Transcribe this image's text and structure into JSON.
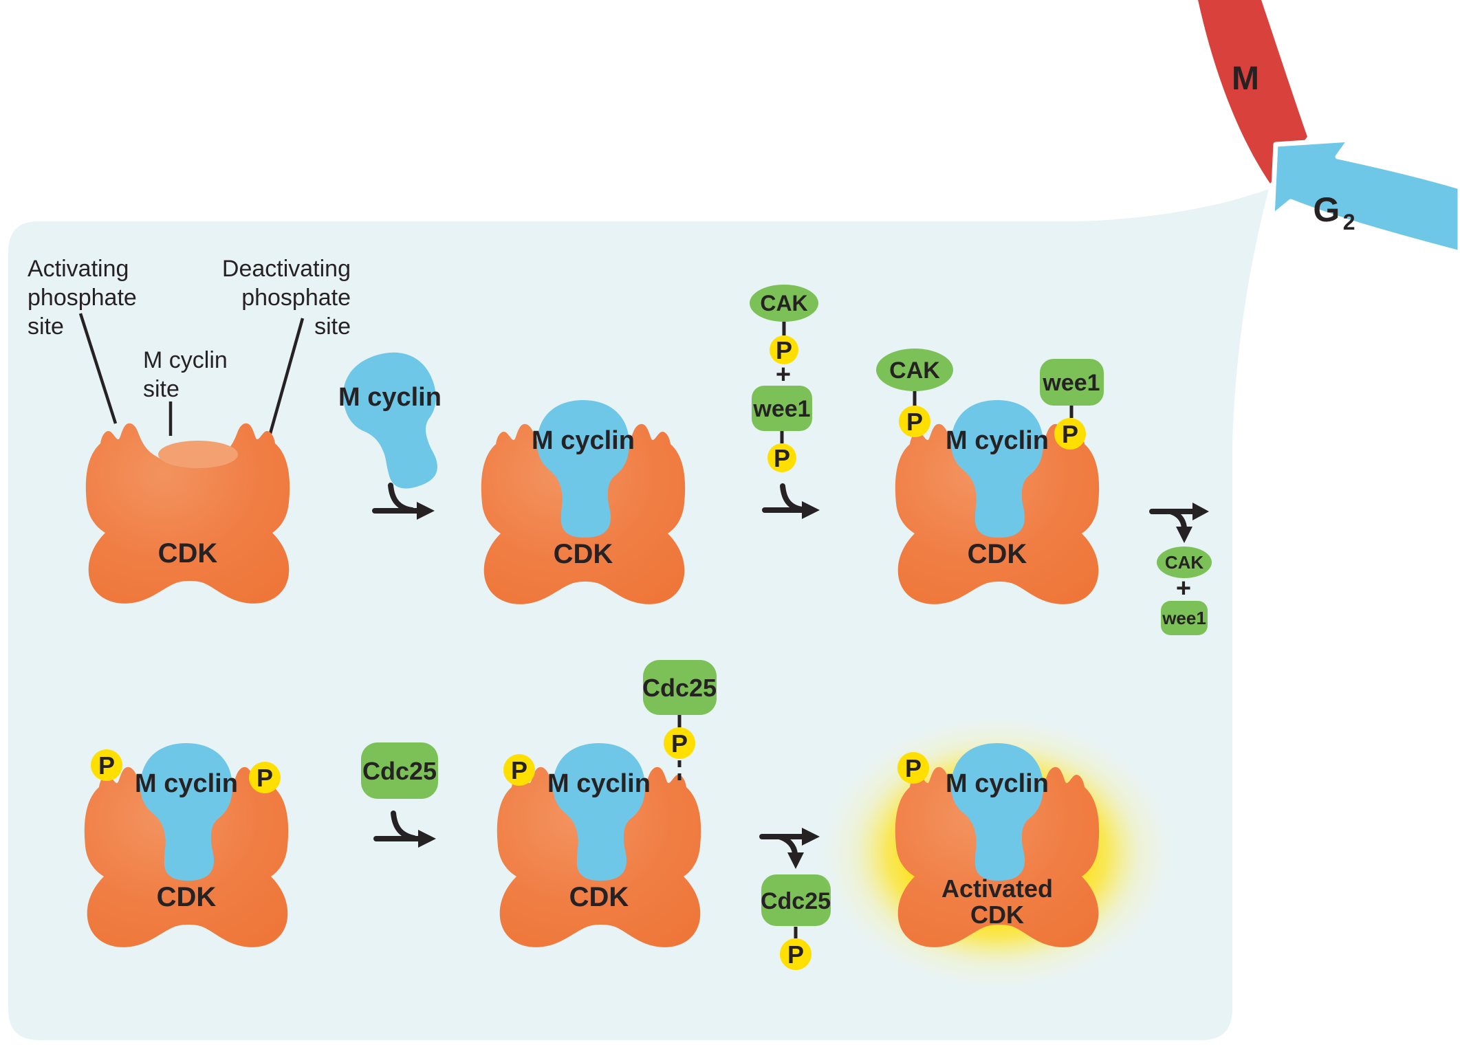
{
  "colors": {
    "background": "#ffffff",
    "panel": "#e8f3f5",
    "cdk_orange": "#f0793d",
    "cdk_orange_light": "#f4a171",
    "cyclin_blue": "#6fc7e8",
    "enzyme_green": "#7cc158",
    "phosphate_yellow": "#ffdf00",
    "m_phase_red": "#d8413c",
    "glow_yellow": "#ffe108",
    "ink": "#262224"
  },
  "phase_arrows": {
    "m_label": "M",
    "g2_label": "G",
    "g2_subscript": "2"
  },
  "annotations": {
    "activating_line1": "Activating",
    "activating_line2": "phosphate",
    "activating_line3": "site",
    "deactivating_line1": "Deactivating",
    "deactivating_line2": "phosphate",
    "deactivating_line3": "site",
    "cyclin_site_line1": "M cyclin",
    "cyclin_site_line2": "site"
  },
  "molecules": {
    "cdk": "CDK",
    "m_cyclin": "M cyclin",
    "cak": "CAK",
    "wee1": "wee1",
    "cdc25": "Cdc25",
    "phosphate": "P",
    "plus": "+",
    "activated_line1": "Activated",
    "activated_line2": "CDK"
  }
}
